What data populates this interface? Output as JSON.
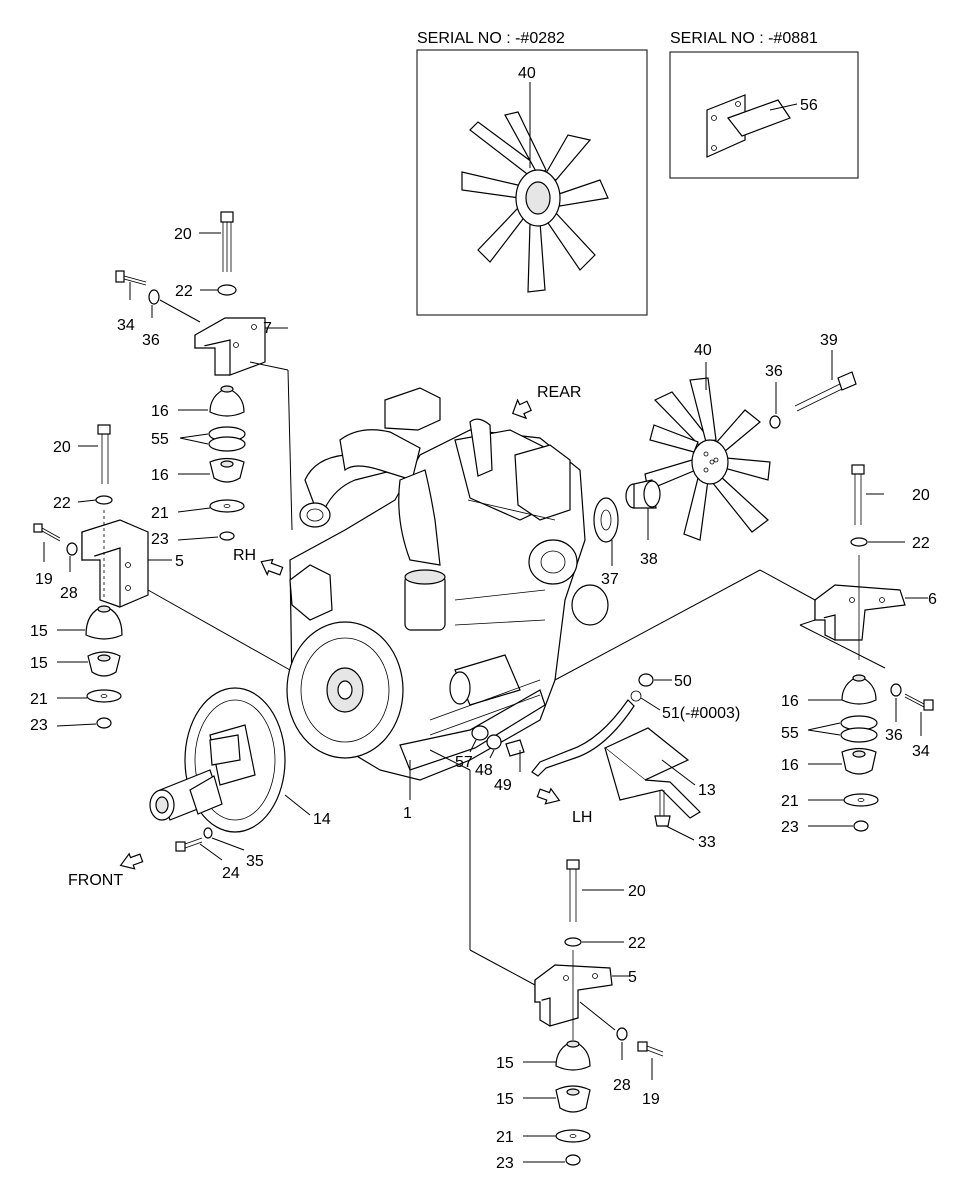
{
  "insets": [
    {
      "title": "SERIAL NO : -#0282",
      "part_label": "40"
    },
    {
      "title": "SERIAL NO : -#0881",
      "part_label": "56"
    }
  ],
  "directions": {
    "rear": "REAR",
    "rh": "RH",
    "lh": "LH",
    "front": "FRONT"
  },
  "labels": {
    "top_mount": {
      "bolt": "20",
      "washer": "22",
      "side_bolt": "34",
      "side_washer": "36",
      "bracket": "7",
      "upper_rubber": "16",
      "spacer": "55",
      "lower_rubber": "16",
      "plate": "21",
      "nut": "23"
    },
    "left_mount": {
      "bolt": "20",
      "washer": "22",
      "side_bolt": "19",
      "side_washer": "28",
      "bracket": "5",
      "upper_rubber": "15",
      "lower_rubber": "15",
      "plate": "21",
      "nut": "23"
    },
    "right_mount": {
      "bolt": "20",
      "washer": "22",
      "bracket": "6",
      "upper_rubber": "16",
      "side_washer": "36",
      "side_bolt": "34",
      "spacer": "55",
      "lower_rubber": "16",
      "plate": "21",
      "nut": "23"
    },
    "bottom_mount": {
      "bolt": "20",
      "washer": "22",
      "bracket": "5",
      "side_washer": "28",
      "side_bolt": "19",
      "upper_rubber": "15",
      "lower_rubber": "15",
      "plate": "21",
      "nut": "23"
    },
    "fan": {
      "fan": "40",
      "washer": "36",
      "bolt": "39",
      "spacer": "38",
      "pulley": "37"
    },
    "drain": {
      "plug": "50",
      "oring": "51(-#0003)",
      "hose": "49",
      "fitting": "48",
      "adapter": "57",
      "bracket": "13",
      "bolt": "33"
    },
    "flywheel": {
      "coupling": "14",
      "engine": "1",
      "bolt": "24",
      "washer": "35"
    }
  }
}
